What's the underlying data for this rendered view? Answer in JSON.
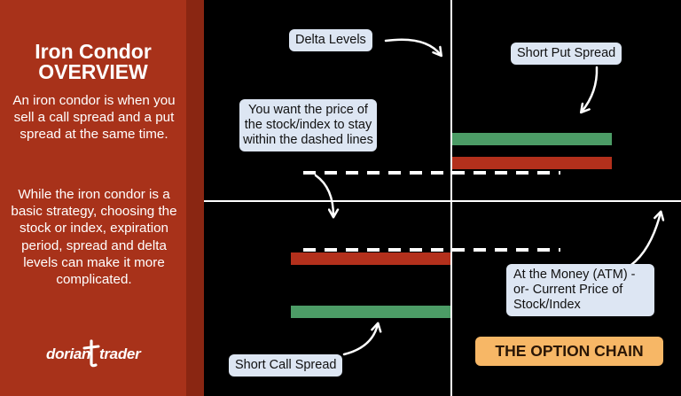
{
  "sidebar": {
    "title_line1": "Iron Condor",
    "title_line2": "OVERVIEW",
    "paragraph1": "An iron condor is when you sell a call spread and a put spread at the same time.",
    "paragraph2": "While the iron condor is a basic strategy, choosing the stock or index, expiration period, spread and delta levels can make it more complicated.",
    "logo_text_left": "dorian",
    "logo_text_right": "trader",
    "logo_icon": "t-letter-icon"
  },
  "diagram": {
    "delta_levels_label": "Delta Levels",
    "short_put_spread_label": "Short Put Spread",
    "price_range_note": "You want the price of  the stock/index to stay within the dashed lines",
    "atm_label": "At the Money (ATM) -or- Current Price of Stock/Index",
    "short_call_spread_label": "Short Call Spread",
    "option_chain_label": "THE OPTION CHAIN"
  },
  "colors": {
    "sidebar_bg": "#a8321a",
    "green_bar": "#4c9c66",
    "red_bar": "#b3301c",
    "callout_bg": "#dde6f3",
    "chain_label_bg": "#f7b766",
    "background": "#000000"
  }
}
